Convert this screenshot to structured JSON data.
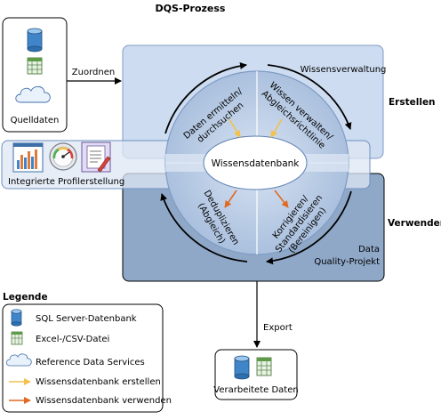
{
  "title": "DQS-Prozess",
  "source": {
    "label": "Quelldaten"
  },
  "map_label": "Zuordnen",
  "stages": {
    "create": "Erstellen",
    "use": "Verwenden"
  },
  "knowledge_management": "Wissensverwaltung",
  "quality_project": {
    "line1": "Data",
    "line2": "Quality-Projekt"
  },
  "profiling": "Integrierte Profilerstellung",
  "center": "Wissensdatenbank",
  "quadrants": {
    "discover": {
      "line1": "Daten ermitteln/",
      "line2": "durchsuchen"
    },
    "manage": {
      "line1": "Wissen verwalten/",
      "line2": "Abgleichsrichtlinie"
    },
    "dedupe": {
      "line1": "Deduplizieren",
      "line2": "(Abgleich)"
    },
    "correct": {
      "line1": "Korrigieren/",
      "line2": "Standardisieren",
      "line3": "(Bereinigen)"
    }
  },
  "export_label": "Export",
  "output": {
    "label": "Verarbeitete Daten"
  },
  "legend": {
    "title": "Legende",
    "items": [
      {
        "icon": "database-icon",
        "label": "SQL Server-Datenbank"
      },
      {
        "icon": "spreadsheet-icon",
        "label": "Excel-/CSV-Datei"
      },
      {
        "icon": "cloud-icon",
        "label": "Reference Data Services"
      },
      {
        "icon": "yellow-arrow",
        "label": "Wissensdatenbank erstellen",
        "color": "#f2c14e"
      },
      {
        "icon": "orange-arrow",
        "label": "Wissensdatenbank verwenden",
        "color": "#e06a22"
      }
    ]
  },
  "colors": {
    "create_fill": "#cddcf0",
    "use_fill": "#8fa8c8",
    "circle_fill": "#a9bfdc",
    "create_arrow": "#f2c14e",
    "use_arrow": "#e06a22"
  }
}
